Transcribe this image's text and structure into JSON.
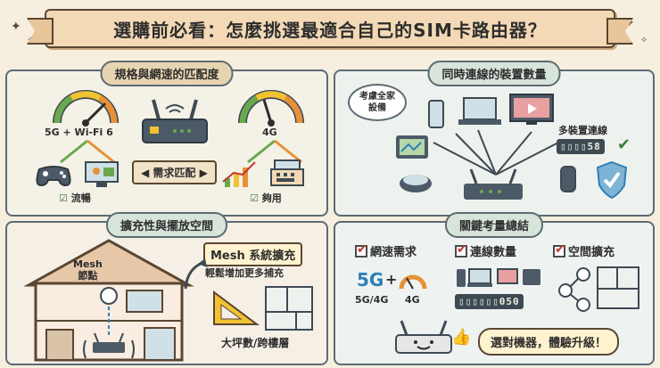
{
  "title": "選購前必看：怎麼挑選最適合自己的SIM卡路由器？",
  "panels": {
    "speed": {
      "title": "規格與網速的匹配度",
      "gauge_left_label": "5G + Wi-Fi 6",
      "gauge_right_label": "4G",
      "center_tag": "需求匹配",
      "left_result": "流暢",
      "right_result": "夠用"
    },
    "devices": {
      "title": "同時連線的裝置數量",
      "cloud_text_1": "考慮全家",
      "cloud_text_2": "設備",
      "multi_label": "多裝置連線",
      "counter_value": "58"
    },
    "expand": {
      "title": "擴充性與擺放空間",
      "mesh_label_1": "Mesh",
      "mesh_label_2": "節點",
      "mesh_system": "Mesh 系統擴充",
      "mesh_desc": "輕鬆增加更多捕充",
      "bottom_label": "大坪數/跨樓層"
    },
    "summary": {
      "title": "關鍵考量總結",
      "item1": "網速需求",
      "item2": "連線數量",
      "item3": "空間擴充",
      "net_5g": "5G",
      "net_plus": "+",
      "net_left": "5G/4G",
      "net_right": "4G",
      "counter_value": "050",
      "final": "選對機器，體驗升級！"
    }
  },
  "colors": {
    "background": "#f6efdf",
    "accent_red": "#c0392b",
    "accent_blue": "#2e7fb8",
    "router": "#4b5a66",
    "gauge_green": "#6aa84f",
    "gauge_orange": "#e69138"
  },
  "icons": [
    "star-icon",
    "router-icon",
    "gauge-icon",
    "gamepad-icon",
    "video-call-icon",
    "chart-icon",
    "cash-register-icon",
    "phone-icon",
    "tablet-icon",
    "laptop-icon",
    "tv-icon",
    "robot-vacuum-icon",
    "speaker-icon",
    "shield-check-icon",
    "house-icon",
    "ruler-icon",
    "floorplan-icon",
    "thumbs-up-icon",
    "check-icon"
  ]
}
